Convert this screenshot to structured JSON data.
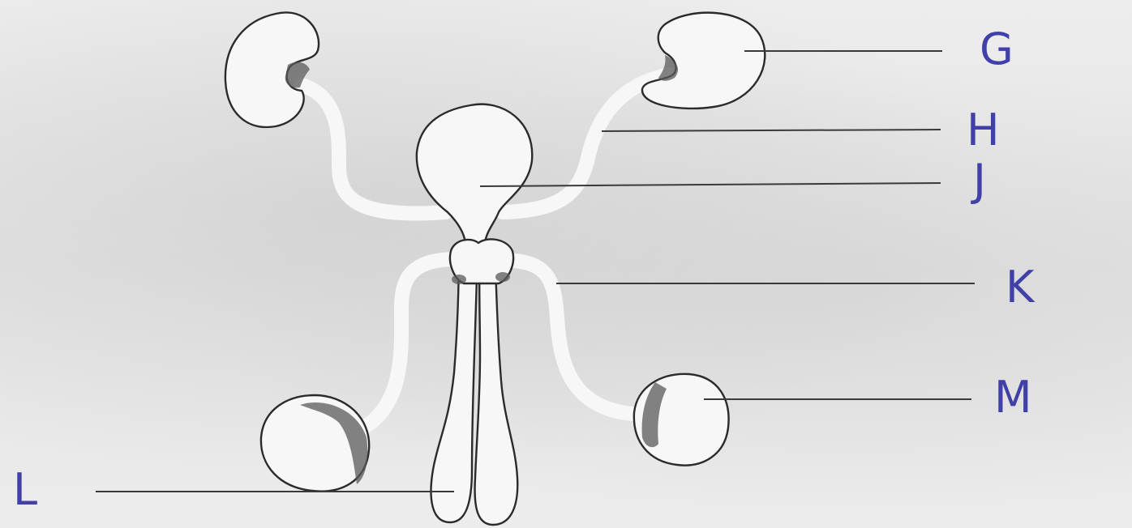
{
  "diagram": {
    "labels": {
      "g": "G",
      "h": "H",
      "j": "J",
      "k": "K",
      "l": "L",
      "m": "M"
    },
    "label_color": "#4040a8",
    "line_color": "#2b2b2b"
  }
}
